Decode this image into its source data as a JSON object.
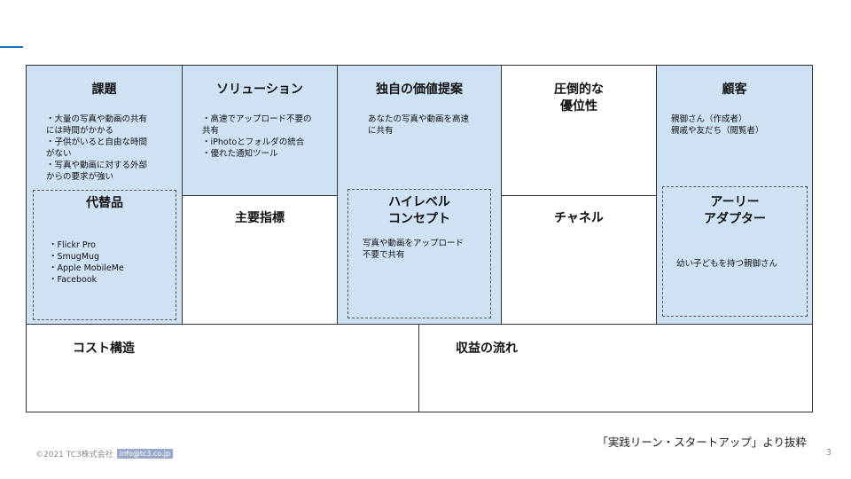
{
  "colors": {
    "accent": "#1a73c8",
    "cell_fill": "#cfe2f3",
    "border": "#333333"
  },
  "canvas": {
    "problem": {
      "title": "課題",
      "body": "・大量の写真や動画の共有\nには時間がかかる\n・子供がいると自由な時間\nがない\n・写真や動画に対する外部\nからの要求が強い"
    },
    "alternatives": {
      "title": "代替品",
      "body": "・Flickr Pro\n・SmugMug\n・Apple MobileMe\n・Facebook"
    },
    "solution": {
      "title": "ソリューション",
      "body": "・高速でアップロード不要の\n共有\n・iPhotoとフォルダの統合\n・優れた通知ツール"
    },
    "key_metrics": {
      "title": "主要指標"
    },
    "uvp": {
      "title": "独自の価値提案",
      "body": "あなたの写真や動画を高速\nに共有"
    },
    "high_level_concept": {
      "title": "ハイレベル\nコンセプト",
      "body": "写真や動画をアップロード\n不要で共有"
    },
    "unfair_advantage": {
      "title": "圧倒的な\n優位性"
    },
    "channels": {
      "title": "チャネル"
    },
    "customer_segments": {
      "title": "顧客",
      "body": "親御さん（作成者）\n親戚や友だち（閲覧者）"
    },
    "early_adopters": {
      "title": "アーリー\nアダプター",
      "body": "幼い子どもを持つ親御さん"
    },
    "cost_structure": {
      "title": "コスト構造"
    },
    "revenue_streams": {
      "title": "収益の流れ"
    }
  },
  "source_note": "「実践リーン・スタートアップ」より抜粋",
  "footer": {
    "copyright": "©2021 TC3株式会社",
    "email": "info@tc3.co.jp",
    "page_number": "3"
  }
}
